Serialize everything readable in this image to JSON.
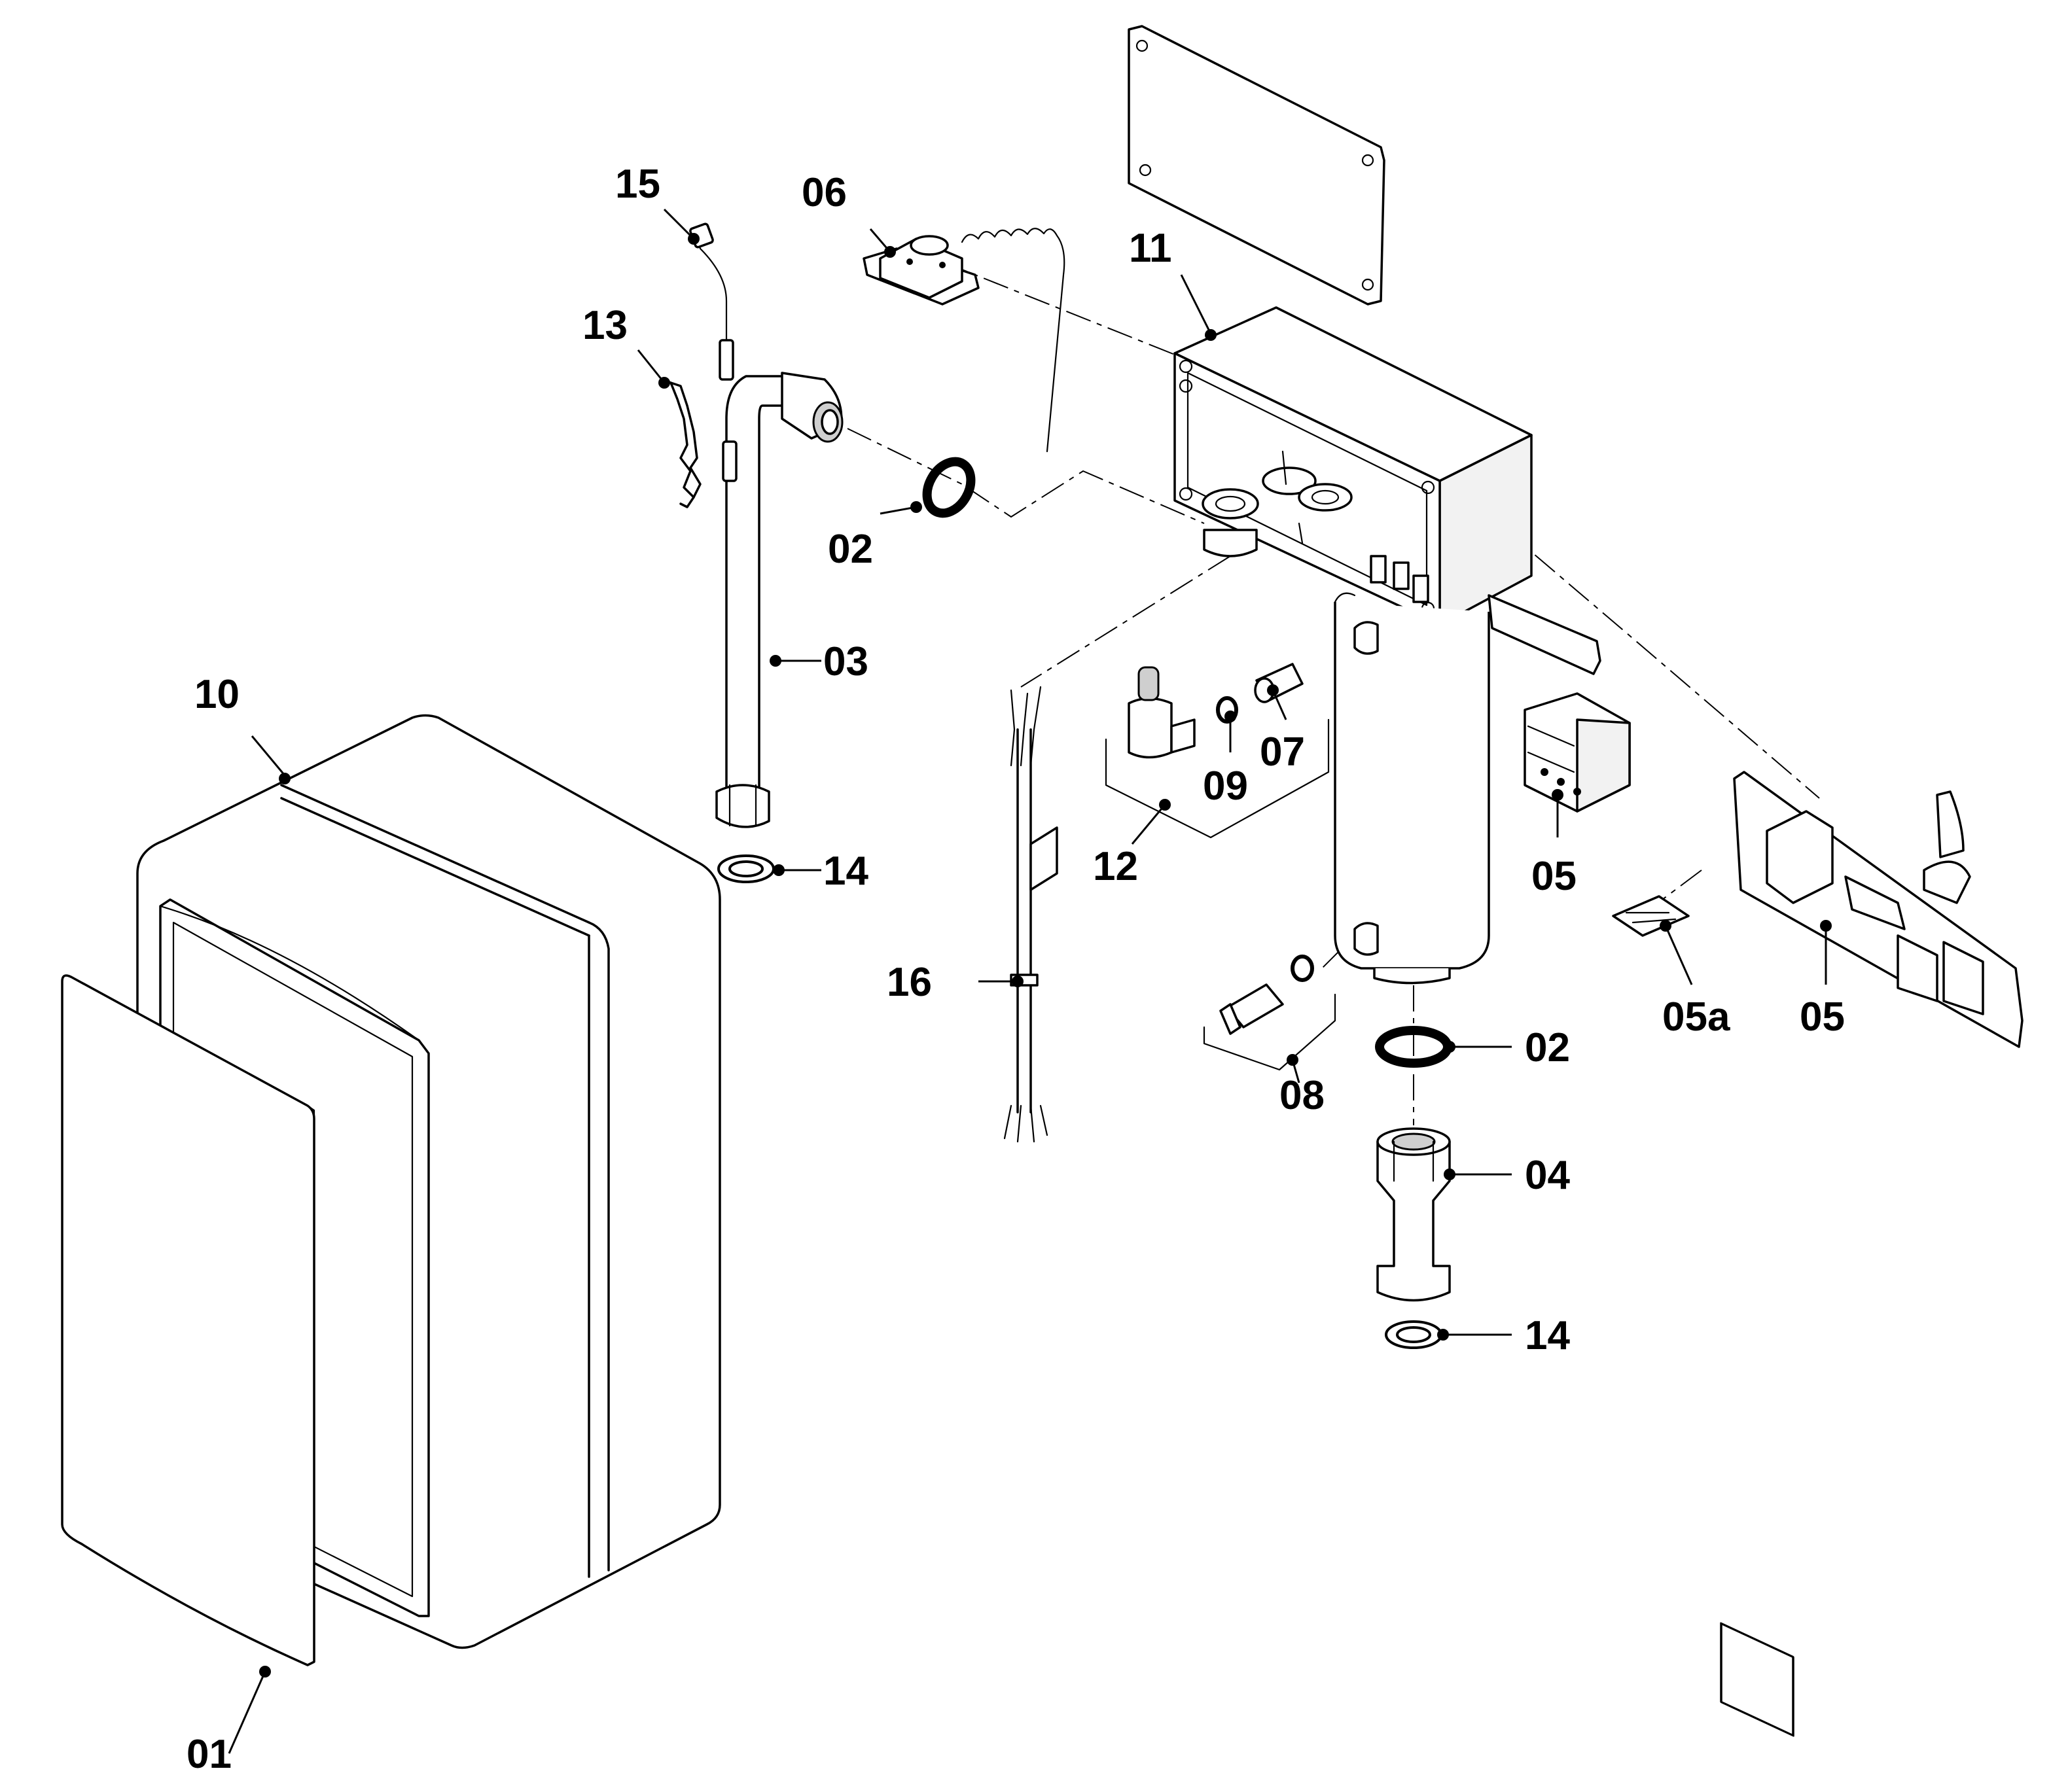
{
  "labels": {
    "p01": "01",
    "p02a": "02",
    "p02b": "02",
    "p03": "03",
    "p04": "04",
    "p05a": "05",
    "p05b": "05",
    "p05c": "05a",
    "p06": "06",
    "p07": "07",
    "p08": "08",
    "p09": "09",
    "p10": "10",
    "p11": "11",
    "p12": "12",
    "p13": "13",
    "p14a": "14",
    "p14b": "14",
    "p15": "15",
    "p16": "16"
  }
}
